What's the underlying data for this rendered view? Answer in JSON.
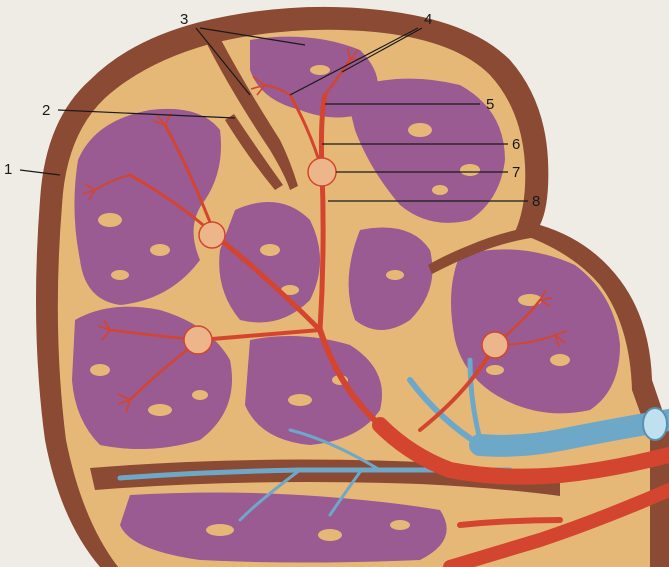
{
  "figure": {
    "labels": [
      "1",
      "2",
      "3",
      "4",
      "5",
      "6",
      "7",
      "8"
    ]
  },
  "colors": {
    "background": "#efece6",
    "capsule": "#8a4a33",
    "stroma": "#e6b878",
    "red_pulp": "#9a5a92",
    "artery": "#d3452e",
    "vein": "#6ea8c8",
    "white_pulp": "#edb58a"
  }
}
